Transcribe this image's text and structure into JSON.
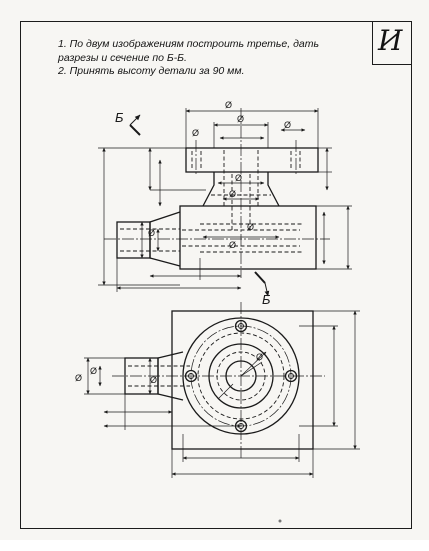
{
  "task": {
    "line1": "1. По двум изображениям построить третье, дать",
    "line2": "разрезы и сечение по Б-Б.",
    "line3": "2. Принять высоту детали за 90 мм."
  },
  "variant_letter": "И",
  "drawing": {
    "section_mark_top": "Б",
    "section_mark_bottom": "Б",
    "diameter_symbol": "Ø"
  }
}
